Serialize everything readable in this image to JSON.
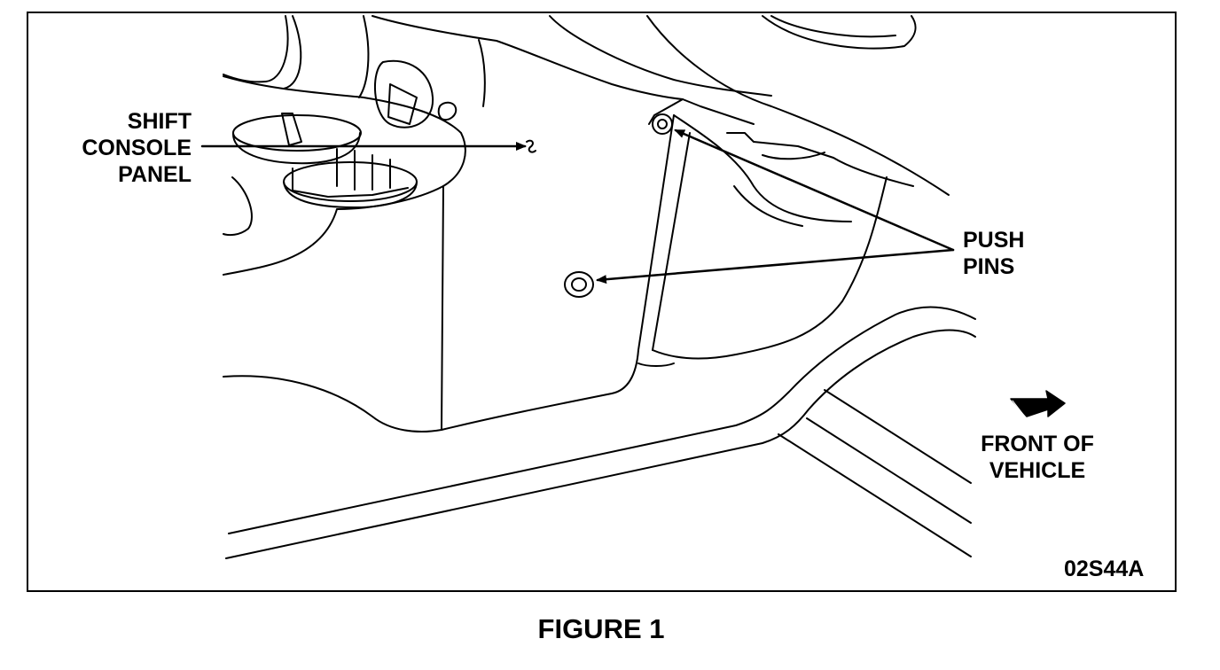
{
  "figure": {
    "caption": "FIGURE 1",
    "id": "02S44A"
  },
  "callouts": {
    "shift_console_panel": [
      "SHIFT",
      "CONSOLE",
      "PANEL"
    ],
    "push_pins": [
      "PUSH",
      "PINS"
    ],
    "front_of_vehicle": [
      "FRONT OF",
      "VEHICLE"
    ]
  },
  "icons": {
    "direction_arrow": "front-of-vehicle-arrow-icon",
    "push_pin": "push-pin-icon"
  },
  "colors": {
    "ink": "#000000",
    "paper": "#ffffff"
  }
}
